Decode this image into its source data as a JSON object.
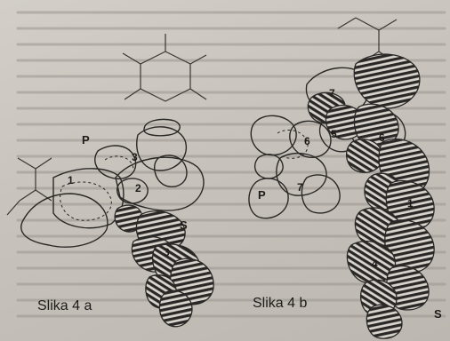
{
  "figure": {
    "caption_a": "Slika 4 a",
    "caption_b": "Slika 4 b",
    "left_panel": {
      "region_labels": [
        "P",
        "S"
      ],
      "cell_numbers": [
        "1",
        "2",
        "3",
        "3"
      ]
    },
    "right_panel": {
      "region_labels": [
        "P",
        "S"
      ],
      "cell_numbers": [
        "7",
        "6",
        "5",
        "6",
        "7",
        "1",
        "4"
      ]
    }
  },
  "colors": {
    "ink": "#1e1c1a",
    "paper": "#c9c5bf",
    "hatch": "#2a2826"
  }
}
